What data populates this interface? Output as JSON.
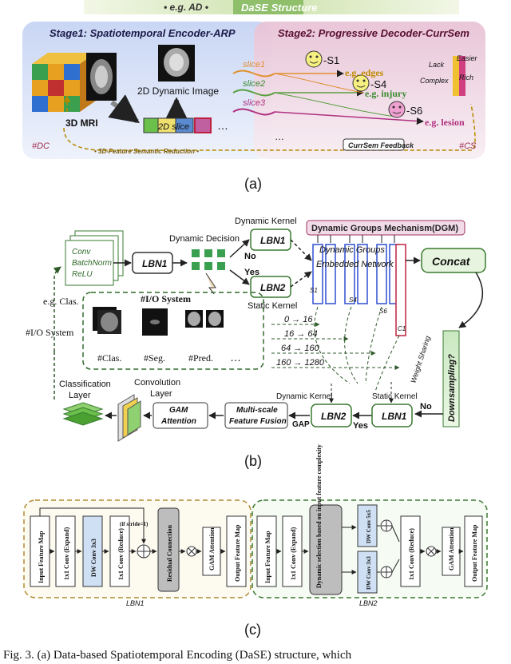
{
  "panel_a": {
    "top_tag": "• e.g. AD •",
    "top_title": "DaSE Structure",
    "stage1_title": "Stage1: Spatiotemporal Encoder-ARP",
    "stage2_title": "Stage2: Progressive Decoder-CurrSem",
    "mri_label": "3D MRI",
    "dynamic_image_label": "2D Dynamic Image",
    "slice_2d_label": "2D slice",
    "ellipsis": "…",
    "slices": [
      "slice1",
      "slice2",
      "slice3"
    ],
    "stages": [
      "-S1",
      "-S4",
      "-S6"
    ],
    "examples": [
      "e.g. edges",
      "e.g. injury",
      "e.g. lesion"
    ],
    "lack": "Lack",
    "complex": "Complex",
    "easier": "Easier",
    "rich": "Rich",
    "dc": "#DC",
    "cs": "#CS",
    "feature_reduction": "• 3D-Feature Semantic Reduction •",
    "currsem_feedback": "CurrSem Feedback",
    "label": "(a)"
  },
  "panel_b": {
    "conv": "Conv",
    "batchnorm": "BatchNorm",
    "relu": "ReLU",
    "lbn1": "LBN1",
    "lbn2": "LBN2",
    "dynamic_decision": "Dynamic Decision",
    "dynamic_kernel": "Dynamic Kernel",
    "static_kernel": "Static Kernel",
    "no": "No",
    "yes": "Yes",
    "dgm": "Dynamic Groups Mechanism(DGM)",
    "dgen_line1": "Dynamic Groups",
    "dgen_line2": "Embedded Network",
    "s1": "S1",
    "s4": "S4",
    "s6": "S6",
    "c1": "C1",
    "concat": "Concat",
    "ranges": [
      "0 → 16",
      "16 → 64",
      "64 → 160",
      "160 → 1280"
    ],
    "weight_sharing": "Weight Sharing",
    "downsampling": "Downsampling?",
    "io_title": "#I/O System",
    "io_side": "#I/O System",
    "eg_clas": "e.g. Clas.",
    "clas": "#Clas.",
    "seg": "#Seg.",
    "pred": "#Pred.",
    "dots": "…",
    "classification_layer_1": "Classification",
    "classification_layer_2": "Layer",
    "convolution_layer_1": "Convolution",
    "convolution_layer_2": "Layer",
    "gam_1": "GAM",
    "gam_2": "Attention",
    "msff_1": "Multi-scale",
    "msff_2": "Feature Fusion",
    "gap": "GAP",
    "label": "(b)"
  },
  "panel_c": {
    "lbn1_blocks": [
      "Input Feature Map",
      "1x1 Conv (Expand)",
      "DW Conv 3x3",
      "1x1 Conv (Reduce)",
      "Residual Connection",
      "GAM Attention",
      "Output Feature Map"
    ],
    "stride_note": "(if stride=1)",
    "lbn2_blocks": [
      "Input Feature Map",
      "1x1 Conv (Expand)",
      "Dynamic selection based on input feature complexity",
      "DW Conv 5x5",
      "DW Conv 3x3",
      "1x1 Conv (Reduce)",
      "GAM Attention",
      "Output Feature Map"
    ],
    "lbn1_name": "LBN1",
    "lbn2_name": "LBN2",
    "label": "(c)"
  },
  "caption": "Fig. 3.   (a) Data-based Spatiotemporal Encoding (DaSE) structure, which"
}
